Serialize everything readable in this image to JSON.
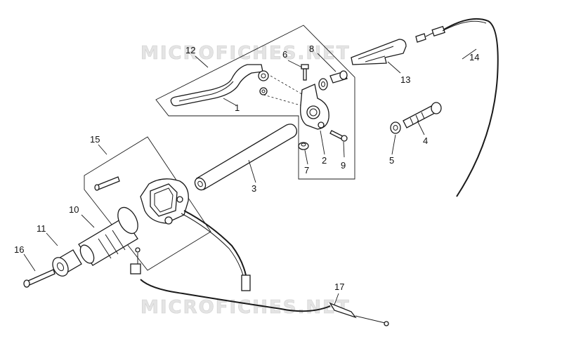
{
  "watermark": {
    "text": "MICROFICHES.NET",
    "color": "#d8d8d8"
  },
  "callouts": {
    "c1": "1",
    "c2": "2",
    "c3": "3",
    "c4": "4",
    "c5": "5",
    "c6": "6",
    "c7": "7",
    "c8": "8",
    "c9": "9",
    "c10": "10",
    "c11": "11",
    "c12": "12",
    "c13": "13",
    "c14": "14",
    "c15": "15",
    "c16": "16",
    "c17": "17"
  }
}
